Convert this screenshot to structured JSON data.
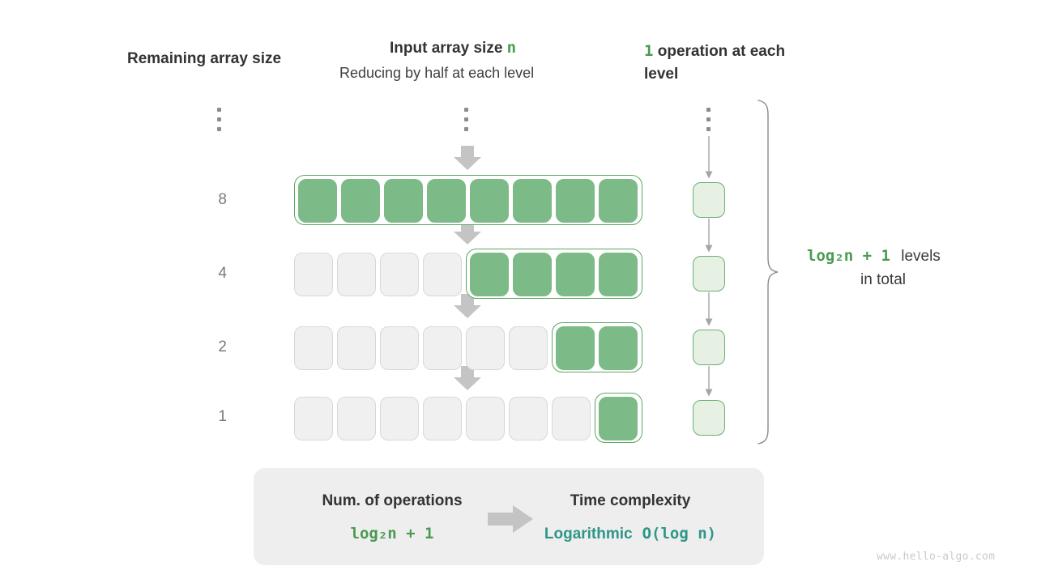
{
  "headers": {
    "left": "Remaining array size",
    "middle_title_prefix": "Input array size ",
    "middle_title_var": "n",
    "middle_subtitle": "Reducing by half at each level",
    "right_count": "1",
    "right_text": " operation at each level"
  },
  "rows": [
    {
      "label": "8",
      "total_cells": 8,
      "filled_from": 0,
      "filled_count": 8
    },
    {
      "label": "4",
      "total_cells": 8,
      "filled_from": 4,
      "filled_count": 4
    },
    {
      "label": "2",
      "total_cells": 8,
      "filled_from": 6,
      "filled_count": 2
    },
    {
      "label": "1",
      "total_cells": 8,
      "filled_from": 7,
      "filled_count": 1
    }
  ],
  "operations": {
    "boxes": 4,
    "box_label": ""
  },
  "brace": {
    "formula": "log₂n + 1",
    "text_line1": "levels",
    "text_line2": "in total"
  },
  "summary": {
    "left_title": "Num. of operations",
    "left_value": "log₂n + 1",
    "right_title": "Time complexity",
    "right_value_word": "Logarithmic",
    "right_value_notation": "O(log n)"
  },
  "watermark": "www.hello-algo.com",
  "colors": {
    "green_fill": "#7cba87",
    "green_border": "#5ba862",
    "green_text": "#4a9b52",
    "light_green_fill": "#e6f1e4",
    "teal": "#2e9688",
    "gray_cell": "#f0f0f0",
    "gray_cell_border": "#d8d8d8",
    "panel_gray": "#eeeeee",
    "arrow_gray": "#c4c4c4"
  }
}
